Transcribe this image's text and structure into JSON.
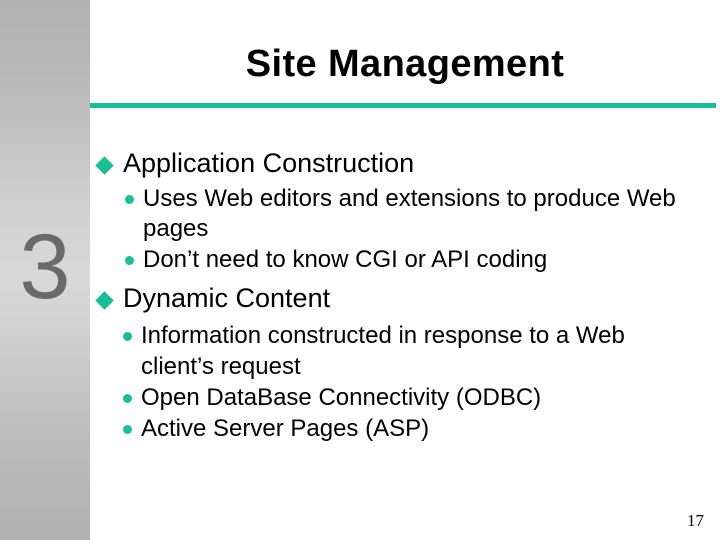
{
  "slide": {
    "title": "Site Management",
    "side_number": "3",
    "page_number": "17",
    "accent_color": "#17bf95",
    "sidebar_gradient_top": "#b2b2b2",
    "sidebar_gradient_mid": "#d8d8d8",
    "sidebar_gradient_bottom": "#b0b0b0",
    "side_number_color": "#6a6a6a",
    "text_color": "#000000",
    "background_color": "#ffffff",
    "bullet_level1_icon": "diamond-bullet-icon",
    "bullet_level2_icon": "dot-bullet-icon",
    "groups": [
      {
        "heading": "Application Construction",
        "items": [
          "Uses Web editors and extensions to produce Web pages",
          "Don’t need to know CGI or API coding"
        ]
      },
      {
        "heading": "Dynamic Content",
        "items": [
          "Information constructed in response to a Web client’s request",
          "Open DataBase Connectivity (ODBC)",
          "Active Server Pages (ASP)"
        ]
      }
    ]
  }
}
